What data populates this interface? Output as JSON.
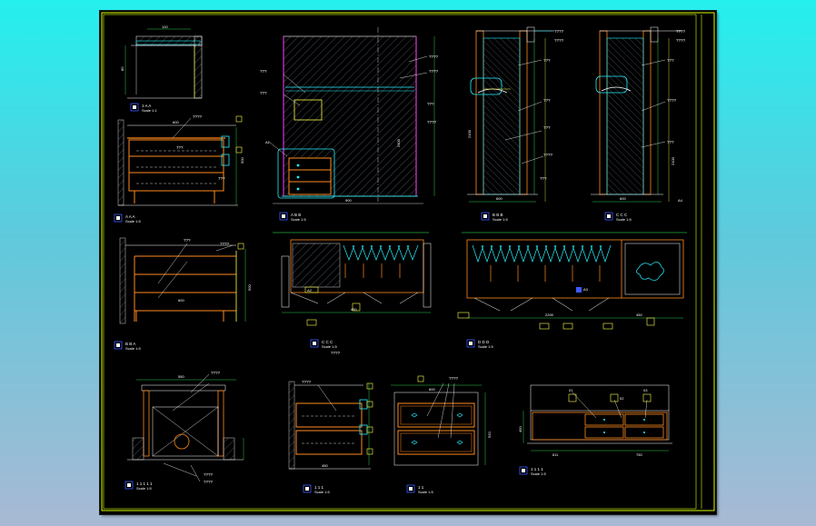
{
  "colors": {
    "background_top": "#24f0ee",
    "background_bottom": "#a9b9d4",
    "sheet": "#000000",
    "frame": "#d8ff00",
    "wood": "#ff8a1e",
    "cyan": "#24f0ff",
    "white": "#ffffff",
    "yellow": "#ffff4a",
    "magenta": "#ff40ff",
    "green": "#38ff60",
    "blue": "#3d5cff",
    "red": "#ff3030",
    "hatch": "#2f343c"
  },
  "detail_titles": [
    {
      "name": "section-a",
      "title": "1 A A",
      "scale": "Scale 1:1"
    },
    {
      "name": "wardrobe-elevation-1",
      "title": "A B B",
      "scale": "Scale 1:5"
    },
    {
      "name": "wardrobe-section-1",
      "title": "B B B",
      "scale": "Scale 1:5"
    },
    {
      "name": "wardrobe-section-2",
      "title": "C C C",
      "scale": "Scale 1:5"
    },
    {
      "name": "drawer-section-1",
      "title": "A A A",
      "scale": "Scale 1:5"
    },
    {
      "name": "drawer-section-2",
      "title": "B B A",
      "scale": "Scale 1:5"
    },
    {
      "name": "plan-1",
      "title": "C C C",
      "scale": "Scale 1:5"
    },
    {
      "name": "plan-2",
      "title": "D D D",
      "scale": "Scale 1:5"
    },
    {
      "name": "base-section",
      "title": "1 1 1 1 1",
      "scale": "Scale 1:5"
    },
    {
      "name": "drawer-detail-side",
      "title": "1 1 1",
      "scale": "Scale 1:5"
    },
    {
      "name": "drawer-detail-front",
      "title": "1 1",
      "scale": "Scale 1:5"
    },
    {
      "name": "tv-cabinet",
      "title": "1 1 1 1",
      "scale": "Scale 1:5"
    }
  ],
  "callouts": {
    "section_a_top": "120",
    "section_a_side": "80",
    "drawer_notes": [
      "????",
      "7??",
      "7??"
    ],
    "wardrobe_notes": [
      "???",
      "???",
      "????",
      "????",
      "???",
      "????"
    ],
    "wardrobe_s1_notes": [
      "????",
      "????",
      "???",
      "???",
      "???",
      "????",
      "???"
    ],
    "wardrobe_s2_notes": [
      "????",
      "????",
      "???",
      "????",
      "???"
    ],
    "drawer_s2_notes": [
      "???",
      "????"
    ],
    "base_notes": [
      "????",
      "????",
      "????"
    ],
    "detail_notes": [
      "????",
      "????",
      "????"
    ],
    "tv_tags": [
      "01",
      "02",
      "03"
    ],
    "level_tags": [
      "A1",
      "A2",
      "A3",
      "A4"
    ]
  },
  "dimensions": {
    "wardrobe_width": "900",
    "wardrobe_height": "2400",
    "section_width": "600",
    "section_height": "2100",
    "drawer_width": "600",
    "drawer_height": "500",
    "plan_width": "2200",
    "plan_module": "450",
    "base_width": "550",
    "detail_width": "450",
    "tv_width_1": "611",
    "tv_width_2": "750",
    "tv_height": "450",
    "front_width": "600",
    "front_height": "520"
  }
}
